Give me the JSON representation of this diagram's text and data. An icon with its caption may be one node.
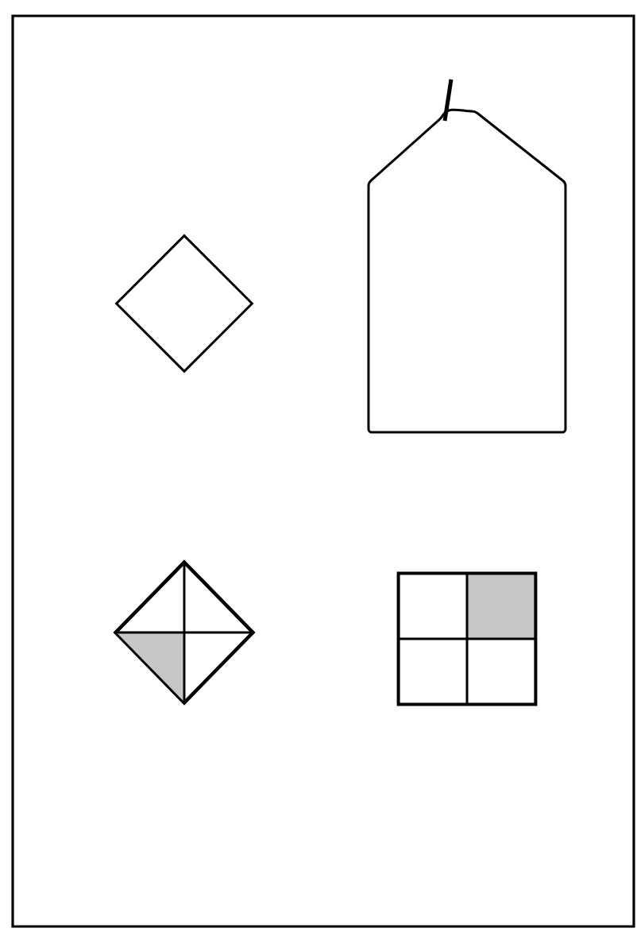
{
  "diagram": {
    "nodes": [
      {
        "text": [],
        "shape": "diamond"
      },
      {
        "text": [],
        "shape": "tag"
      },
      {
        "text": [],
        "shape": "diamond"
      },
      {
        "text": [],
        "shape": "box"
      }
    ]
  }
}
